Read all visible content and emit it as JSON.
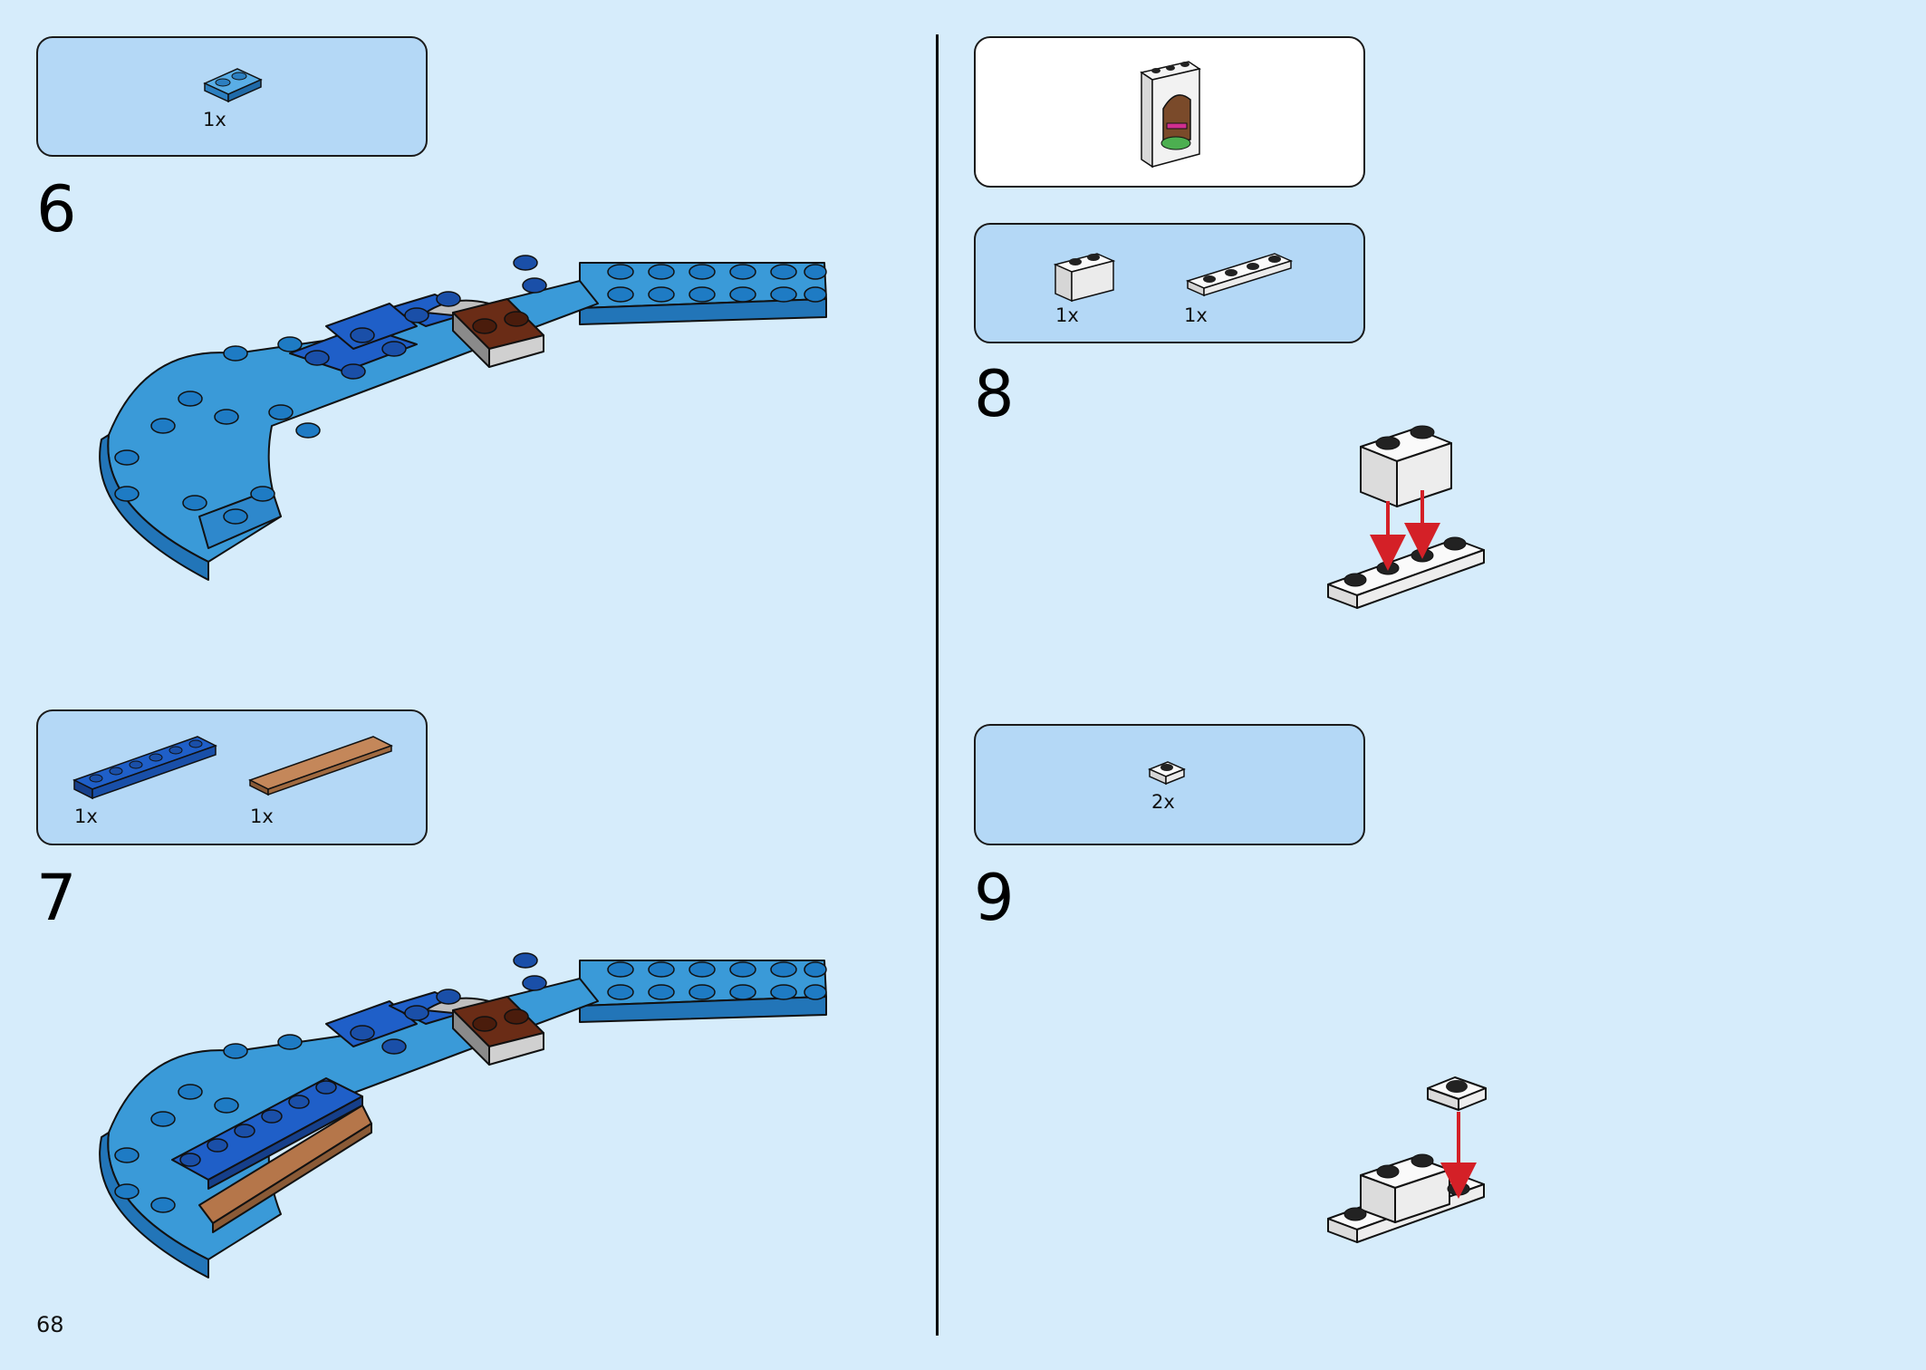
{
  "page_number": "68",
  "steps": [
    {
      "number": "6",
      "parts": [
        {
          "qty": "1x",
          "part": "blue-1x2-plate"
        }
      ]
    },
    {
      "number": "7",
      "parts": [
        {
          "qty": "1x",
          "part": "blue-1x6-plate"
        },
        {
          "qty": "1x",
          "part": "tan-1x6-tile"
        }
      ]
    },
    {
      "number": "8",
      "parts": [
        {
          "qty": "1x",
          "part": "white-1x2-brick"
        },
        {
          "qty": "1x",
          "part": "white-1x4-plate"
        }
      ]
    },
    {
      "number": "9",
      "parts": [
        {
          "qty": "2x",
          "part": "white-1x1-plate"
        }
      ]
    }
  ],
  "subassembly_callout": {
    "image": "white-window-arch-with-flowers-icon"
  },
  "colors": {
    "background": "#d6ecfb",
    "parts_panel": "#b4d8f6",
    "medium_blue": "#3a8fd0",
    "bright_blue": "#1f5fc8",
    "reddish_brown": "#6a2c16",
    "tan": "#b5764a",
    "white_brick": "#f2f2f2",
    "arrow_red": "#d42027"
  }
}
